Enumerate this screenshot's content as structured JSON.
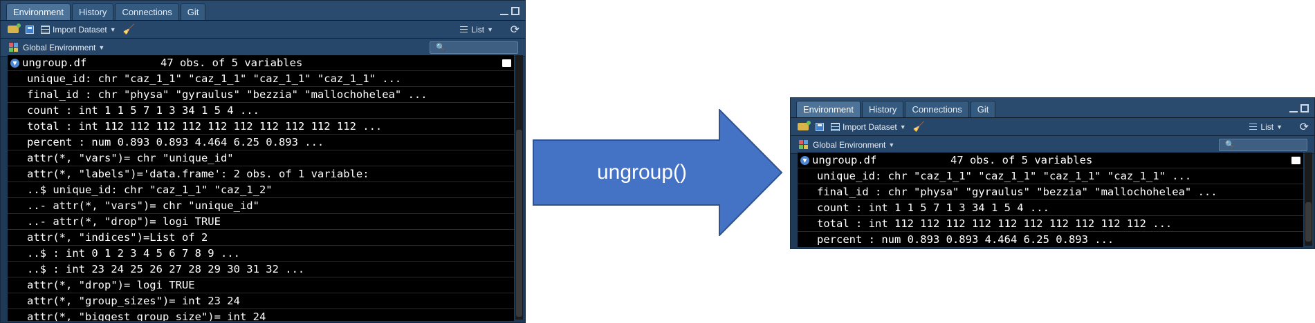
{
  "tabs": [
    "Environment",
    "History",
    "Connections",
    "Git"
  ],
  "toolbar": {
    "import_label": "Import Dataset",
    "view_label": "List"
  },
  "env": {
    "label": "Global Environment"
  },
  "object": {
    "name": "ungroup.df",
    "summary": "47 obs. of 5 variables"
  },
  "left_rows": [
    "unique_id: chr \"caz_1_1\" \"caz_1_1\" \"caz_1_1\" \"caz_1_1\" ...",
    "final_id : chr \"physa\" \"gyraulus\" \"bezzia\" \"mallochohelea\" ...",
    "count : int 1 1 5 7 1 3 34 1 5 4 ...",
    "total : int 112 112 112 112 112 112 112 112 112 112 ...",
    "percent : num 0.893 0.893 4.464 6.25 0.893 ...",
    "attr(*, \"vars\")= chr \"unique_id\"",
    "attr(*, \"labels\")='data.frame': 2 obs. of 1 variable:",
    "..$ unique_id: chr \"caz_1_1\" \"caz_1_2\"",
    "..- attr(*, \"vars\")= chr \"unique_id\"",
    "..- attr(*, \"drop\")= logi TRUE",
    "attr(*, \"indices\")=List of 2",
    "..$ : int 0 1 2 3 4 5 6 7 8 9 ...",
    "..$ : int 23 24 25 26 27 28 29 30 31 32 ...",
    "attr(*, \"drop\")= logi TRUE",
    "attr(*, \"group_sizes\")= int 23 24",
    "attr(*, \"biggest_group_size\")= int 24"
  ],
  "right_rows": [
    "unique_id: chr \"caz_1_1\" \"caz_1_1\" \"caz_1_1\" \"caz_1_1\" ...",
    "final_id : chr \"physa\" \"gyraulus\" \"bezzia\" \"mallochohelea\" ...",
    "count : int 1 1 5 7 1 3 34 1 5 4 ...",
    "total : int 112 112 112 112 112 112 112 112 112 112 ...",
    "percent : num 0.893 0.893 4.464 6.25 0.893 ..."
  ],
  "arrow": {
    "label": "ungroup()",
    "fill": "#4472c4",
    "stroke": "#2f528f"
  },
  "colors": {
    "pane_bg": "#1f3a57",
    "tab_active": "#4d7399",
    "console_bg": "#000000"
  }
}
